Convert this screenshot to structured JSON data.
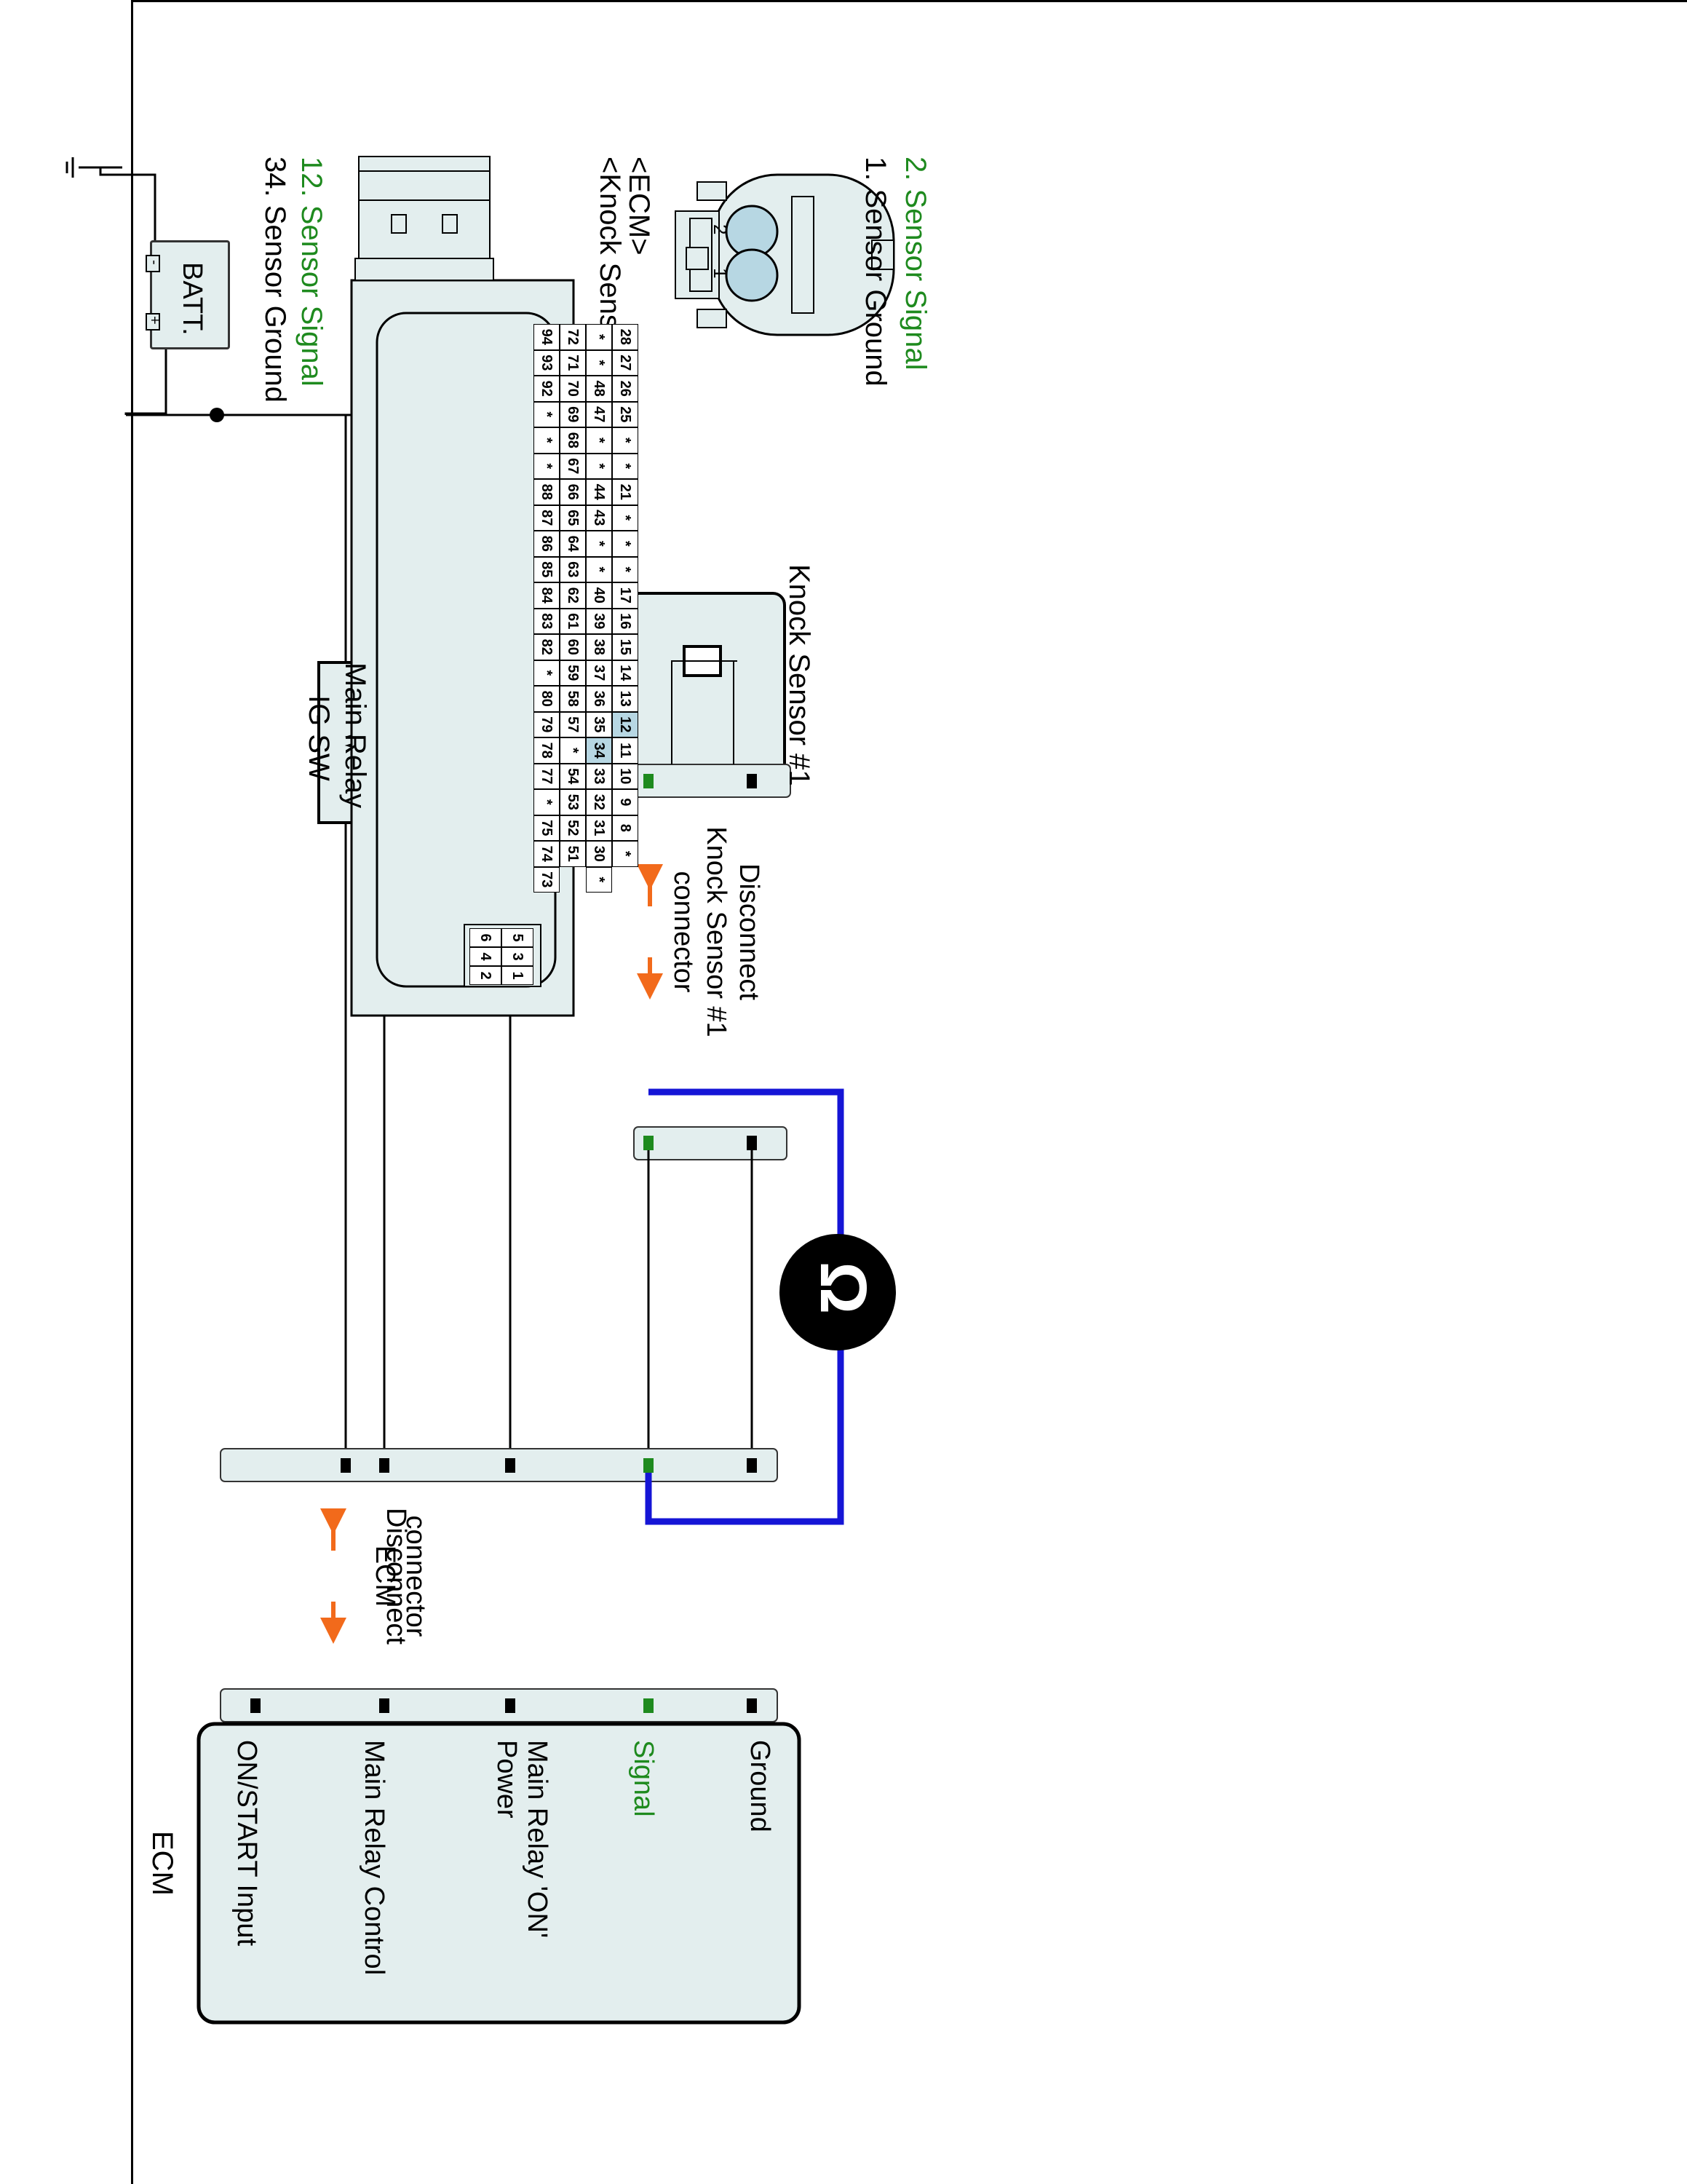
{
  "battery": {
    "label": "BATT.",
    "minus": "-",
    "plus": "+"
  },
  "ig_switch": {
    "label": "IG SW"
  },
  "main_relay": {
    "label": "Main Relay"
  },
  "knock_sensor_component": {
    "label": "Knock Sensor #1"
  },
  "disconnect_knock": {
    "line1": "Disconnect",
    "line2": "Knock Sensor #1",
    "line3": "connector"
  },
  "disconnect_ecm": {
    "line1": "Disconnect",
    "line2": "ECM",
    "line3": "connector"
  },
  "meter": {
    "symbol": "Ω"
  },
  "ecm_box": {
    "title": "ECM",
    "terminals": [
      {
        "label": "ON/START Input"
      },
      {
        "label": "Main Relay Control"
      },
      {
        "label": "Main Relay 'ON'\nPower"
      },
      {
        "label": "Signal"
      },
      {
        "label": "Ground"
      }
    ]
  },
  "knock_connector_view": {
    "title": "<Knock Sensor #1>",
    "pin2": "2",
    "pin1": "1",
    "legend": [
      "1. Sensor Ground",
      "2. Sensor Signal"
    ]
  },
  "ecm_connector_view": {
    "title": "<ECM>",
    "rows": [
      [
        "94",
        "93",
        "92",
        "*",
        "*",
        "*",
        "88",
        "87",
        "86",
        "85",
        "84",
        "83",
        "82",
        "*",
        "80",
        "79",
        "78",
        "77",
        "*",
        "75",
        "74",
        "73"
      ],
      [
        "72",
        "71",
        "70",
        "69",
        "68",
        "67",
        "66",
        "65",
        "64",
        "63",
        "62",
        "61",
        "60",
        "59",
        "58",
        "57",
        "*",
        "54",
        "53",
        "52",
        "51"
      ],
      [
        "*",
        "*",
        "48",
        "47",
        "*",
        "*",
        "44",
        "43",
        "*",
        "*",
        "40",
        "39",
        "38",
        "37",
        "36",
        "35",
        "34",
        "33",
        "32",
        "31",
        "30",
        "*"
      ],
      [
        "28",
        "27",
        "26",
        "25",
        "*",
        "*",
        "21",
        "*",
        "*",
        "*",
        "17",
        "16",
        "15",
        "14",
        "13",
        "12",
        "11",
        "10",
        "9",
        "8",
        "*"
      ]
    ],
    "small_block": [
      [
        "6",
        "5"
      ],
      [
        "4",
        "3"
      ],
      [
        "2",
        "1"
      ]
    ],
    "highlighted": [
      "12",
      "34"
    ],
    "legend": [
      "12. Sensor Signal",
      "34. Sensor Ground"
    ]
  },
  "colors": {
    "signal": "#1e8a1e",
    "probe_wire": "#1515d6",
    "arrow": "#f26a1b",
    "connector_fill": "#e3eeee"
  }
}
